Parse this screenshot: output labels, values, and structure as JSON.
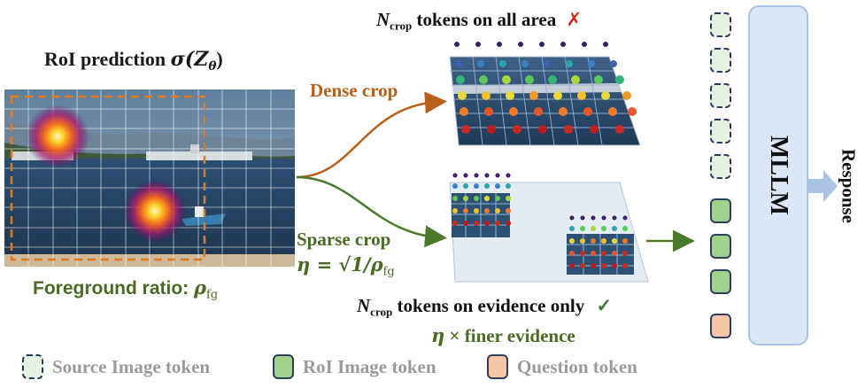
{
  "roi": {
    "title_prefix": "RoI prediction ",
    "title_math": "σ(Z",
    "title_sub": "θ",
    "title_close": ")",
    "foreground_prefix": "Foreground ratio: ",
    "foreground_symbol": "ρ",
    "foreground_sub": "fg"
  },
  "dense": {
    "label": "Dense crop",
    "caption_n": "N",
    "caption_sub": "crop",
    "caption_rest": " tokens on all area",
    "mark": "✗"
  },
  "sparse": {
    "label": "Sparse crop",
    "formula": "η = √1/ρ",
    "formula_sub": "fg",
    "caption_n": "N",
    "caption_sub": "crop",
    "caption_rest": " tokens on evidence only",
    "mark": "✓",
    "finer_eta": "η",
    "finer_rest": " × finer evidence"
  },
  "mllm": {
    "label": "MLLM"
  },
  "response": {
    "label": "Response"
  },
  "legend": {
    "source": "Source Image token",
    "roi": "RoI Image token",
    "question": "Question token"
  },
  "colors": {
    "dense_arrow": "#b8601a",
    "sparse_arrow": "#4a7a2a",
    "mllm_fill": "#dbe6f6",
    "mllm_border": "#a9c2e6",
    "cross_red": "#d0281c",
    "check_green": "#3a7a2a",
    "roi_box": "#e07a1f"
  }
}
